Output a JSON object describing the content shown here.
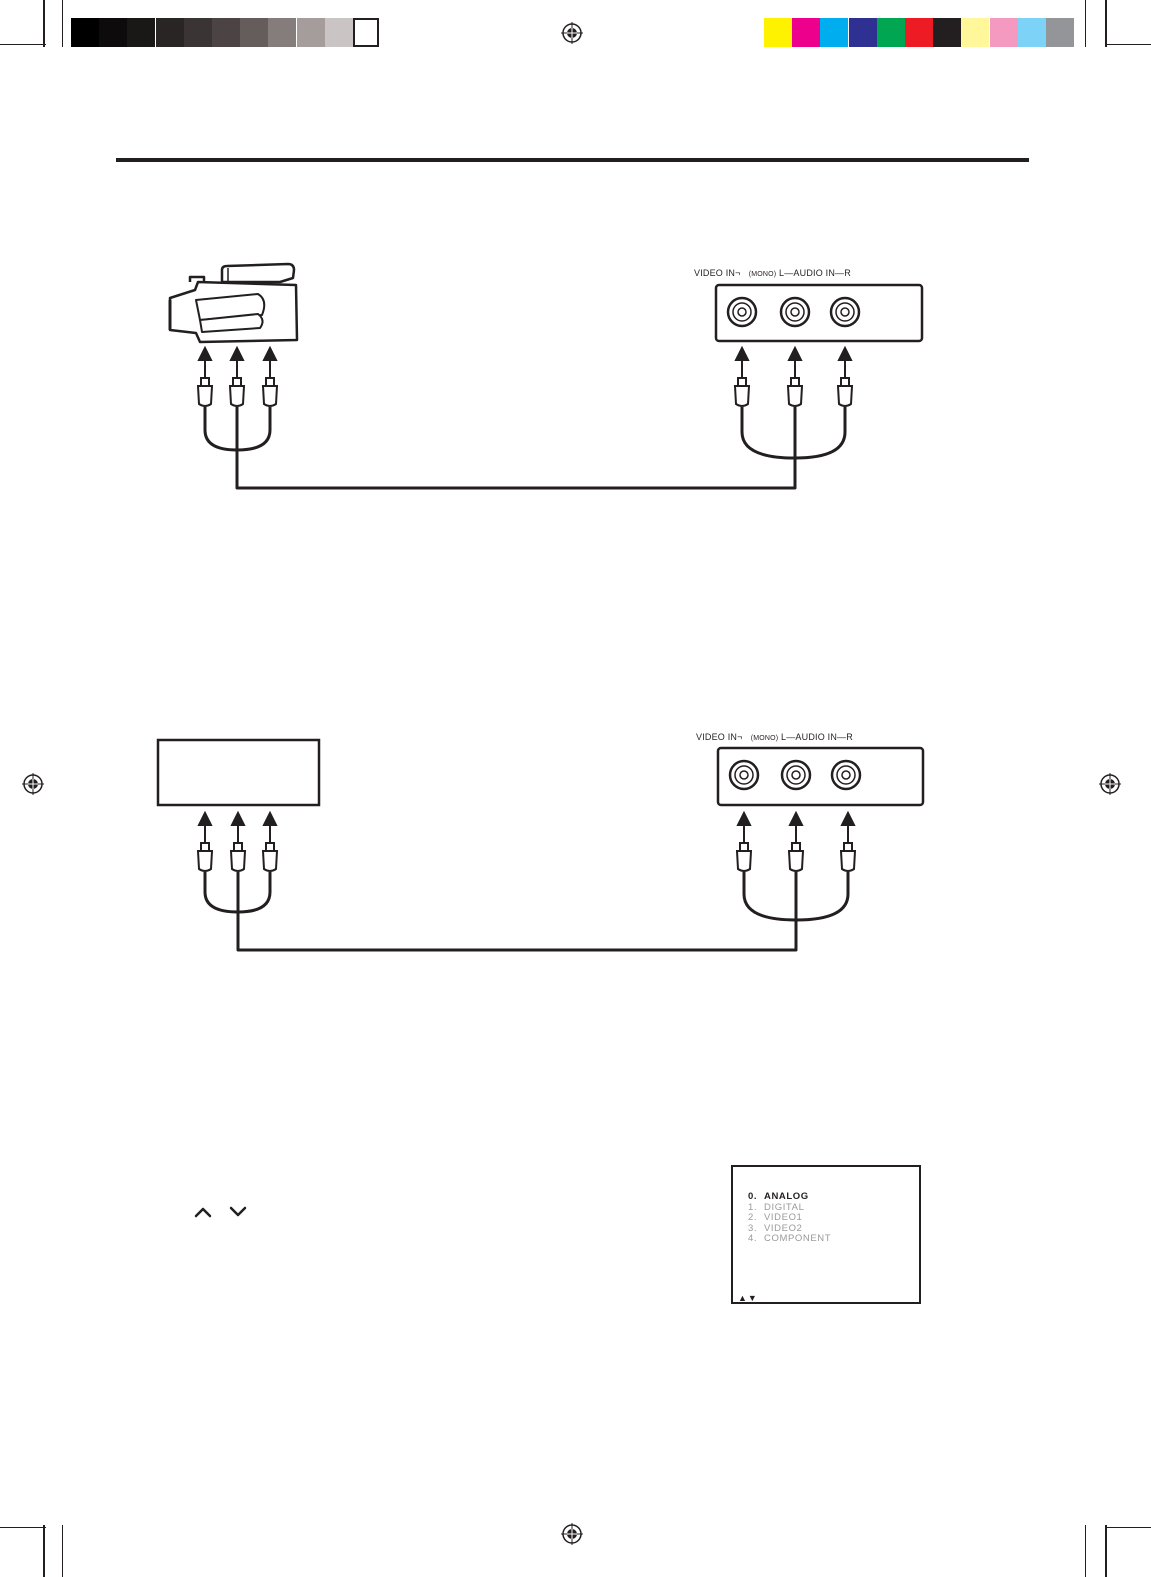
{
  "color_bar": {
    "gray_swatches": [
      "#000000",
      "#0d0b0b",
      "#1a1717",
      "#2a2525",
      "#3b3434",
      "#4c4444",
      "#655c5c",
      "#857c7c",
      "#a59c9c",
      "#cbc4c4",
      "#ffffff"
    ],
    "color_swatches": [
      "#fff200",
      "#ec008c",
      "#00aeef",
      "#2e3192",
      "#00a651",
      "#ed1c24",
      "#231f20",
      "#fff799",
      "#f49ac1",
      "#7dd3f7",
      "#939598"
    ]
  },
  "panel_top": {
    "video_in_label": "VIDEO IN",
    "mono_label": "(MONO)",
    "audio_label": "L—AUDIO IN—R"
  },
  "panel_bottom": {
    "video_in_label": "VIDEO IN",
    "mono_label": "(MONO)",
    "audio_label": "L—AUDIO IN—R"
  },
  "osd": {
    "items": [
      {
        "num": "0.",
        "label": "ANALOG",
        "state": "active"
      },
      {
        "num": "1.",
        "label": "DIGITAL",
        "state": "inactive"
      },
      {
        "num": "2.",
        "label": "VIDEO1",
        "state": "inactive"
      },
      {
        "num": "3.",
        "label": "VIDEO2",
        "state": "inactive"
      },
      {
        "num": "4.",
        "label": "COMPONENT",
        "state": "inactive"
      }
    ],
    "nav_arrows": "▲▼"
  },
  "icons": [
    "registration-mark-icon",
    "camcorder-icon",
    "rca-plug-icon",
    "arrow-up-icon",
    "chevron-up-icon",
    "chevron-down-icon"
  ]
}
